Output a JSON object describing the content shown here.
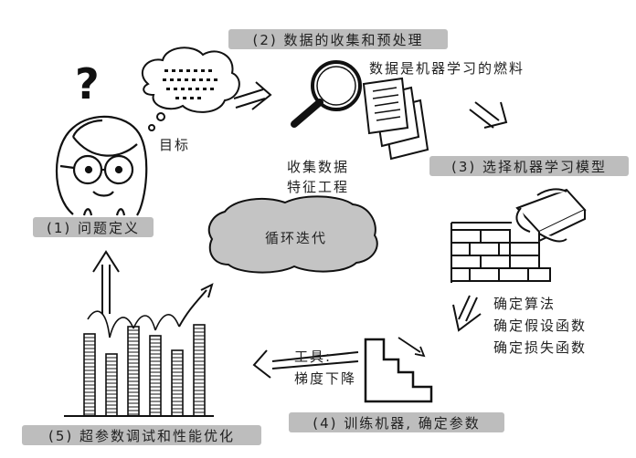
{
  "steps": {
    "s1": "(1) 问题定义",
    "s2": "(2) 数据的收集和预处理",
    "s3": "(3) 选择机器学习模型",
    "s4": "(4) 训练机器, 确定参数",
    "s5": "(5) 超参数调试和性能优化"
  },
  "notes": {
    "goal": "目标",
    "fuel": "数据是机器学习的燃料",
    "collect_1": "收集数据",
    "collect_2": "特征工程",
    "model_1": "确定算法",
    "model_2": "确定假设函数",
    "model_3": "确定损失函数",
    "tool_1": "工具:",
    "tool_2": "梯度下降",
    "loop": "循环迭代",
    "question_mark": "?"
  }
}
